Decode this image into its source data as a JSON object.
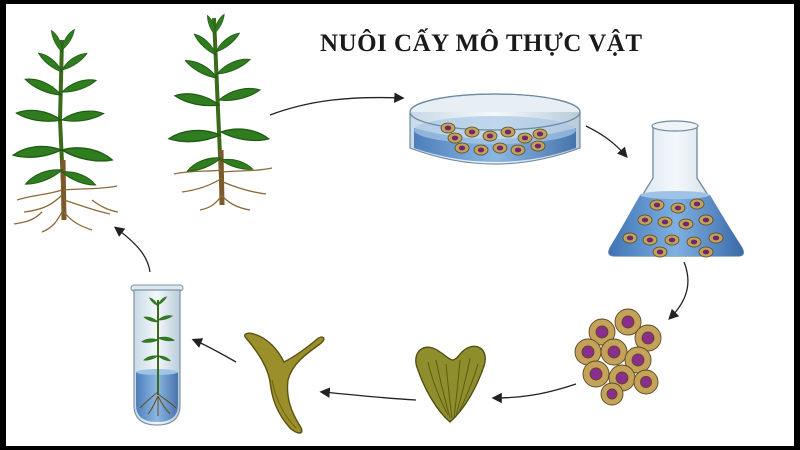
{
  "diagram": {
    "title": "NUÔI CẤY MÔ THỰC VẬT",
    "stages": [
      "plants-source",
      "petri-dish-cells",
      "flask-suspension-culture",
      "callus-cluster",
      "heart-stage-embryo",
      "torpedo-embryo",
      "test-tube-plantlet",
      "mature-plant"
    ],
    "colors": {
      "leaf": "#2f7d1f",
      "leaf_dark": "#1f5a14",
      "stem": "#7a5a2a",
      "root": "#8b6a3a",
      "medium": "#4f86c6",
      "glass": "#dfeaf2",
      "cell_outer": "#c4a25a",
      "cell_inner": "#6b2a6e",
      "callus_purple": "#8a2d8c",
      "embryo": "#8a8a2a",
      "arrow": "#222222"
    }
  }
}
